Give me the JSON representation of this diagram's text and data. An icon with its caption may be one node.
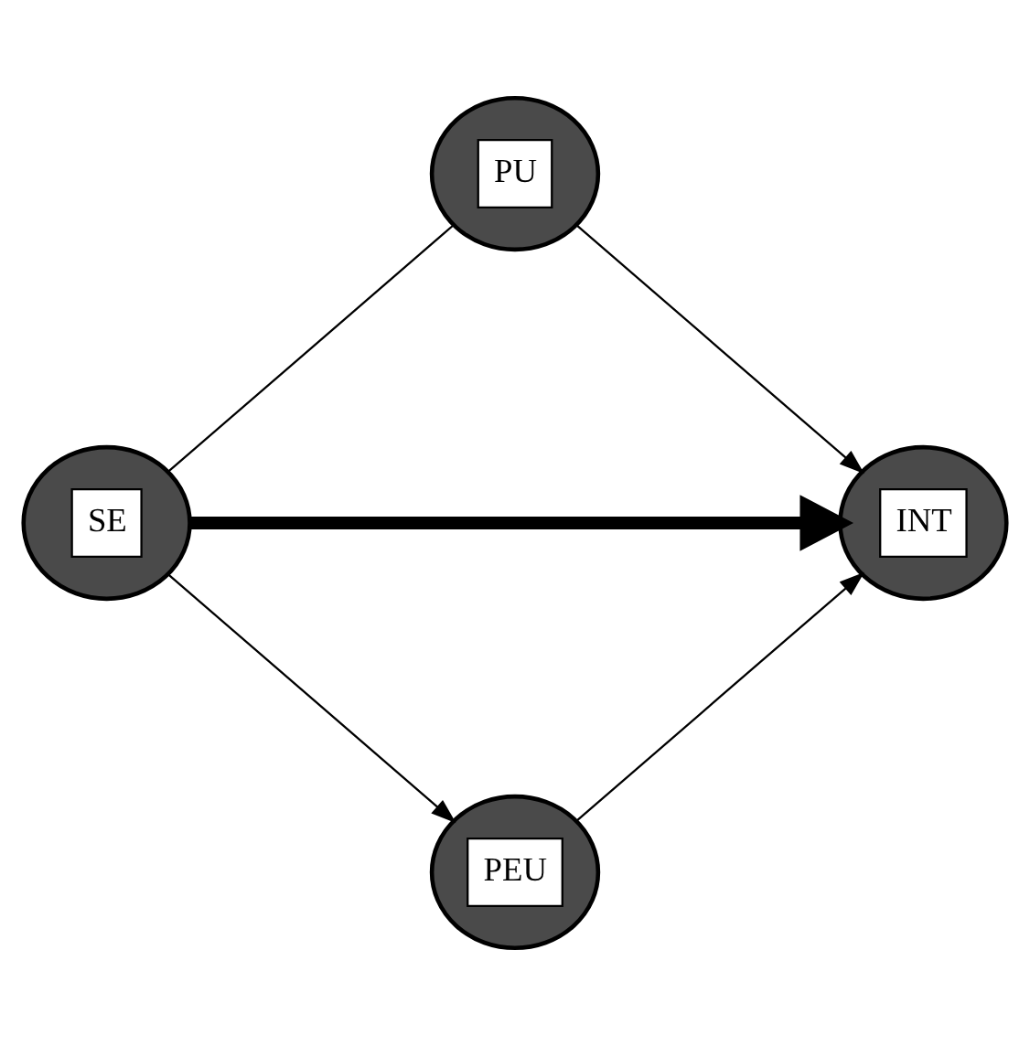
{
  "diagram": {
    "nodes": [
      {
        "text": [
          "PU"
        ]
      },
      {
        "text": [
          "SE"
        ]
      },
      {
        "text": [
          "INT"
        ]
      },
      {
        "text": [
          "PEU"
        ]
      }
    ],
    "edges": [
      {
        "from": 1,
        "to": 0,
        "arrow": "none"
      },
      {
        "from": 1,
        "to": 3,
        "arrow": "to"
      },
      {
        "from": 0,
        "to": 2,
        "arrow": "to"
      },
      {
        "from": 3,
        "to": 2,
        "arrow": "to"
      },
      {
        "from": 1,
        "to": 2,
        "arrow": "to",
        "style": "thick"
      }
    ]
  }
}
